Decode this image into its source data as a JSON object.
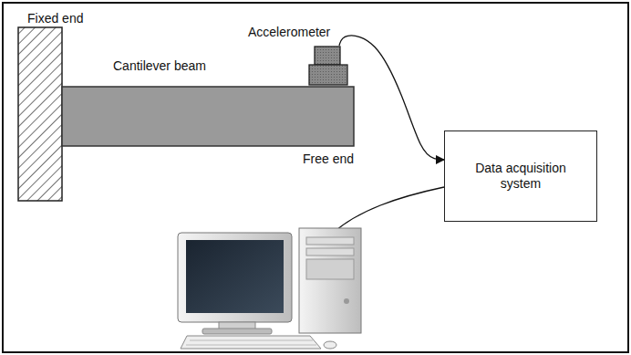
{
  "diagram": {
    "nodes": [
      {
        "text": [
          "Accelerometer"
        ]
      },
      {
        "text": [
          "Data acquisition system"
        ]
      }
    ],
    "edges": [
      {
        "from": 0,
        "to": 1,
        "arrow": "to"
      }
    ],
    "labels": [
      "Fixed end",
      "Cantilever beam",
      "Free end"
    ]
  }
}
